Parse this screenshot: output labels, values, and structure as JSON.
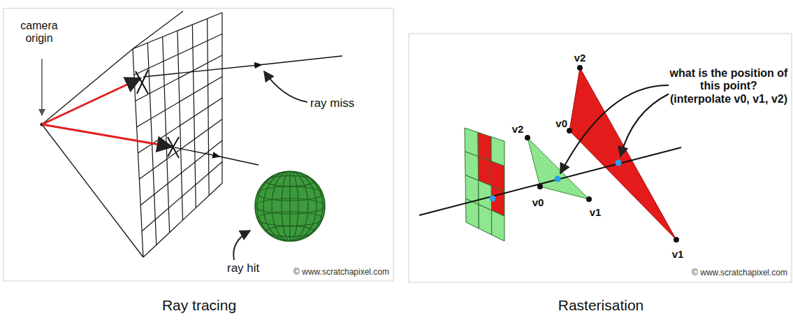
{
  "diagram": {
    "labels": [
      "camera origin",
      "ray miss",
      "ray hit",
      "© www.scratchapixel.com",
      "v2",
      "what is the position of this point? (interpolate v0, v1, v2)",
      "v0",
      "v2",
      "v0",
      "v1",
      "v1",
      "© www.scratchapixel.com",
      "Ray tracing",
      "Rasterisation"
    ]
  }
}
